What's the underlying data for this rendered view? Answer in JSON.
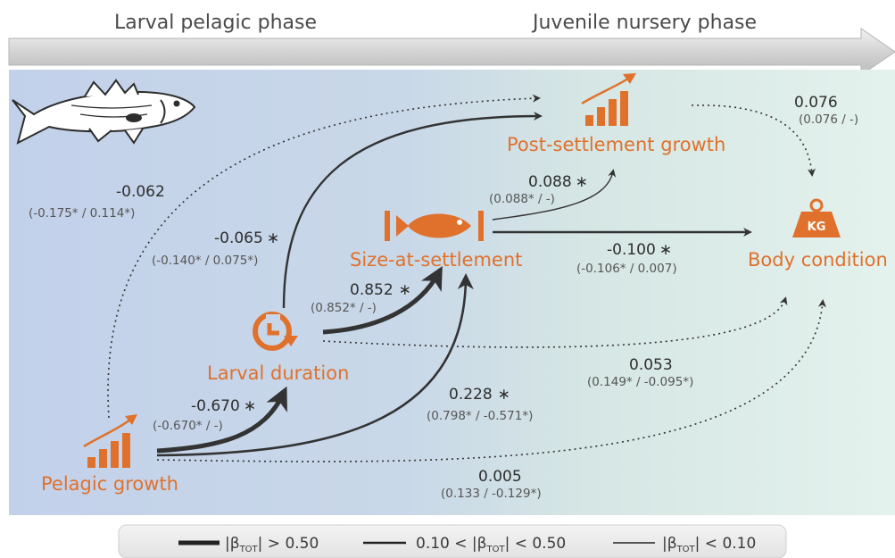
{
  "phases": {
    "larval": "Larval pelagic phase",
    "juvenile": "Juvenile nursery phase"
  },
  "colors": {
    "node": "#e0712c",
    "arrow": "#333333",
    "panel_left": "#c2d1ea",
    "panel_right": "#e3f1ec"
  },
  "icons": {
    "fish_logo": "sea-bass-illustration",
    "growth": "bar-chart-growth-icon",
    "duration": "clock-cycle-icon",
    "size": "fish-measure-icon",
    "condition": "kg-weight-icon"
  },
  "nodes": {
    "pelagic_growth": "Pelagic growth",
    "larval_duration": "Larval duration",
    "size_at_settlement": "Size-at-settlement",
    "post_settlement_growth": "Post-settlement growth",
    "body_condition": "Body condition",
    "kg_label": "KG"
  },
  "edges": {
    "pg_ps": {
      "total": "-0.062",
      "detail": "(-0.175* / 0.114*)"
    },
    "ld_ps": {
      "total": "-0.065",
      "star": "∗",
      "detail": "(-0.140* / 0.075*)"
    },
    "ld_ss": {
      "total": "0.852",
      "star": "∗",
      "detail": "(0.852* / -)"
    },
    "pg_ld": {
      "total": "-0.670",
      "star": "∗",
      "detail": "(-0.670* / -)"
    },
    "pg_ss": {
      "total": "0.228",
      "star": "∗",
      "detail": "(0.798* / -0.571*)"
    },
    "ss_ps": {
      "total": "0.088",
      "star": "∗",
      "detail": "(0.088* / -)"
    },
    "ss_bc": {
      "total": "-0.100",
      "star": "∗",
      "detail": "(-0.106* / 0.007)"
    },
    "ps_bc": {
      "total": "0.076",
      "detail": "(0.076 / -)"
    },
    "ld_bc": {
      "total": "0.053",
      "detail": "(0.149* / -0.095*)"
    },
    "pg_bc": {
      "total": "0.005",
      "detail": "(0.133 / -0.129*)"
    }
  },
  "legend": [
    {
      "beta": "|β",
      "sub": "TOT",
      "rest": "| > 0.50"
    },
    {
      "pre": "0.10 < |β",
      "sub": "TOT",
      "rest": "| < 0.50"
    },
    {
      "beta": "|β",
      "sub": "TOT",
      "rest": "| < 0.10"
    }
  ]
}
